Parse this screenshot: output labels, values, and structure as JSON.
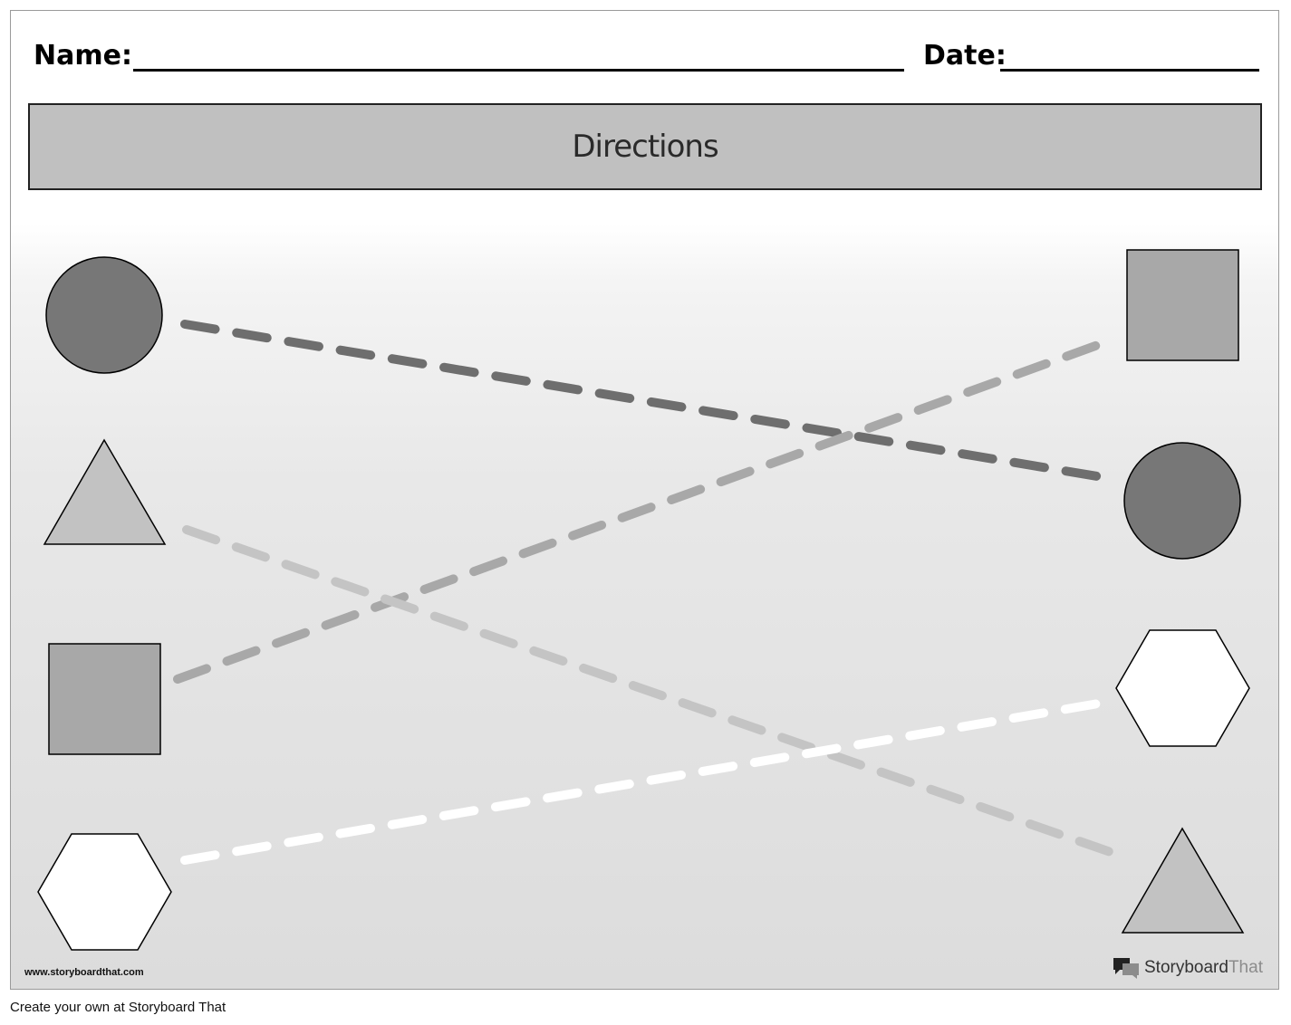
{
  "header": {
    "name_label": "Name:",
    "date_label": "Date:"
  },
  "directions": {
    "title": "Directions"
  },
  "matching": {
    "left_shapes": [
      "circle",
      "triangle",
      "square",
      "hexagon"
    ],
    "right_shapes": [
      "square",
      "circle",
      "hexagon",
      "triangle"
    ],
    "connections": [
      {
        "from": "circle",
        "to": "circle",
        "color": "#6e6e6e"
      },
      {
        "from": "triangle",
        "to": "triangle",
        "color": "#c4c4c4"
      },
      {
        "from": "square",
        "to": "square",
        "color": "#a8a8a8"
      },
      {
        "from": "hexagon",
        "to": "hexagon",
        "color": "#ffffff"
      }
    ],
    "colors": {
      "circle": "#777777",
      "triangle": "#c2c2c2",
      "square": "#a8a8a8",
      "hexagon": "#ffffff"
    }
  },
  "footer": {
    "site_url": "www.storyboardthat.com",
    "brand_primary": "Storyboard",
    "brand_secondary": "That",
    "caption": "Create your own at Storyboard That"
  }
}
